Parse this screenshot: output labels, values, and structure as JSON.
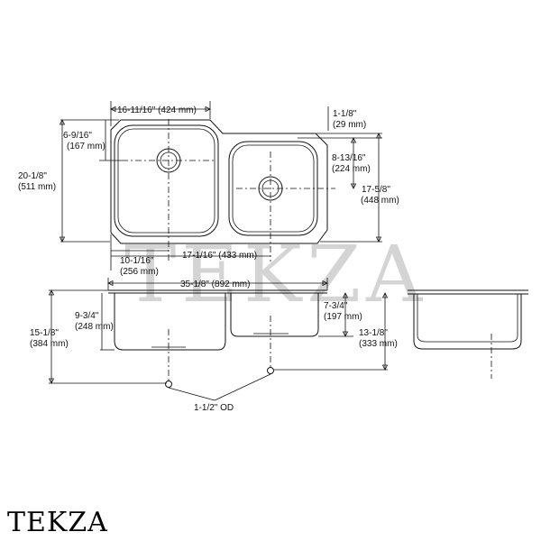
{
  "watermark": "TEKZA",
  "brand": "TEKZA",
  "dimensions": {
    "top_width_left_bowl": "16-11/16\" (424 mm)",
    "top_offset_1": "1-1/8\"",
    "top_offset_1_mm": "(29 mm)",
    "left_drain_offset": "6-9/16\"",
    "left_drain_offset_mm": "(167 mm)",
    "overall_depth": "20-1/8\"",
    "overall_depth_mm": "(511 mm)",
    "right_drain_offset": "8-13/16\"",
    "right_drain_offset_mm": "(224 mm)",
    "right_depth": "17-5/8\"",
    "right_depth_mm": "(448 mm)",
    "left_drain_center": "10-1/16\"",
    "left_drain_center_mm": "(256 mm)",
    "right_drain_center": "17-1/16\" (433 mm)",
    "overall_width": "35-1/8\" (892 mm)",
    "left_bowl_depth": "9-3/4\"",
    "left_bowl_depth_mm": "(248 mm)",
    "overall_height": "15-1/8\"",
    "overall_height_mm": "(384 mm)",
    "right_bowl_depth": "7-3/4\"",
    "right_bowl_depth_mm": "(197 mm)",
    "right_height": "13-1/8\"",
    "right_height_mm": "(333 mm)",
    "drain_od": "1-1/2\" OD"
  }
}
